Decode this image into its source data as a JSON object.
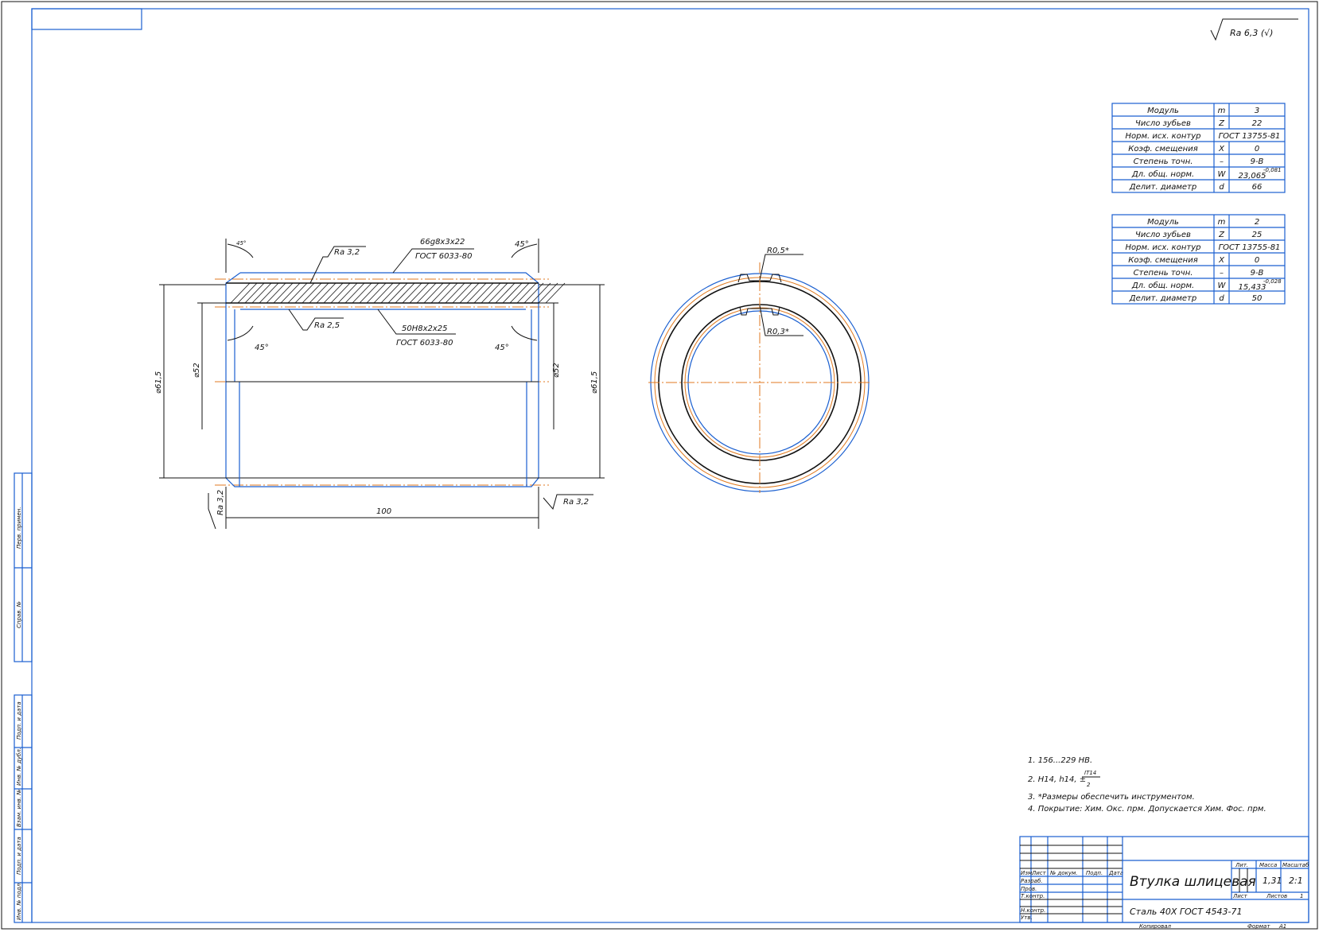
{
  "drawing": {
    "title": "Втулка шлицевая",
    "material": "Сталь 40Х ГОСТ 4543-71",
    "general_roughness": "Ra 6,3 (√)",
    "colors": {
      "frame": "#1a5fd0",
      "axis": "#e07a20",
      "line": "#111111"
    }
  },
  "side_view": {
    "chamfer_labels": [
      "45°",
      "45°",
      "45°",
      "45°"
    ],
    "outer_spline": [
      "66g8x3x22",
      "ГОСТ 6033-80"
    ],
    "inner_spline": [
      "50H8x2x25",
      "ГОСТ 6033-80"
    ],
    "roughness": [
      "Ra 3,2",
      "Ra 2,5",
      "Ra 3,2",
      "Ra 3,2"
    ],
    "dims": {
      "outer_left": "⌀61,5",
      "bore_left": "⌀52",
      "bore_right": "⌀52",
      "outer_right": "⌀61,5",
      "length": "100"
    }
  },
  "front_view": {
    "radii": [
      "R0,5*",
      "R0,3*"
    ]
  },
  "gear_tables": [
    {
      "rows": [
        {
          "label": "Модуль",
          "sym": "m",
          "val": "3"
        },
        {
          "label": "Число зубьев",
          "sym": "Z",
          "val": "22"
        },
        {
          "label": "Норм. исх. контур",
          "sym": "",
          "val": "ГОСТ 13755-81"
        },
        {
          "label": "Коэф. смещения",
          "sym": "X",
          "val": "0"
        },
        {
          "label": "Степень точн.",
          "sym": "–",
          "val": "9-В"
        },
        {
          "label": "Дл. общ. норм.",
          "sym": "W",
          "val": "23,065",
          "sup": "-0,081"
        },
        {
          "label": "Делит. диаметр",
          "sym": "d",
          "val": "66"
        }
      ]
    },
    {
      "rows": [
        {
          "label": "Модуль",
          "sym": "m",
          "val": "2"
        },
        {
          "label": "Число зубьев",
          "sym": "Z",
          "val": "25"
        },
        {
          "label": "Норм. исх. контур",
          "sym": "",
          "val": "ГОСТ 13755-81"
        },
        {
          "label": "Коэф. смещения",
          "sym": "X",
          "val": "0"
        },
        {
          "label": "Степень точн.",
          "sym": "–",
          "val": "9-В"
        },
        {
          "label": "Дл. общ. норм.",
          "sym": "W",
          "val": "15,433",
          "sup": "-0,028"
        },
        {
          "label": "Делит. диаметр",
          "sym": "d",
          "val": "50"
        }
      ]
    }
  ],
  "notes": {
    "n1": "1. 156...229 HB.",
    "n2": "2. H14, h14, ±",
    "n2_num": "IT14",
    "n2_den": "2",
    "n3": "3. *Размеры обеспечить инструментом.",
    "n4": "4. Покрытие: Хим. Окс. прм. Допускается Хим. Фос. прм."
  },
  "title_block": {
    "col_headers": [
      "Изм.",
      "Лист",
      "№ докум.",
      "Подп.",
      "Дата"
    ],
    "roles": [
      "Разраб.",
      "Пров.",
      "Т.контр.",
      "",
      "Н.контр.",
      "Утв."
    ],
    "lit": "Лит.",
    "mass_label": "Масса",
    "scale_label": "Масштаб",
    "mass": "1,31",
    "scale": "2:1",
    "sheet": "Лист",
    "sheets": "Листов",
    "sheets_count": "1",
    "copied": "Копировал",
    "format_label": "Формат",
    "format": "A1"
  },
  "side_strip": [
    "Перв. примен.",
    "Справ. №",
    "Подп. и дата",
    "Инв. № дубл.",
    "Взам. инв. №",
    "Подп. и дата",
    "Инв. № подл."
  ]
}
